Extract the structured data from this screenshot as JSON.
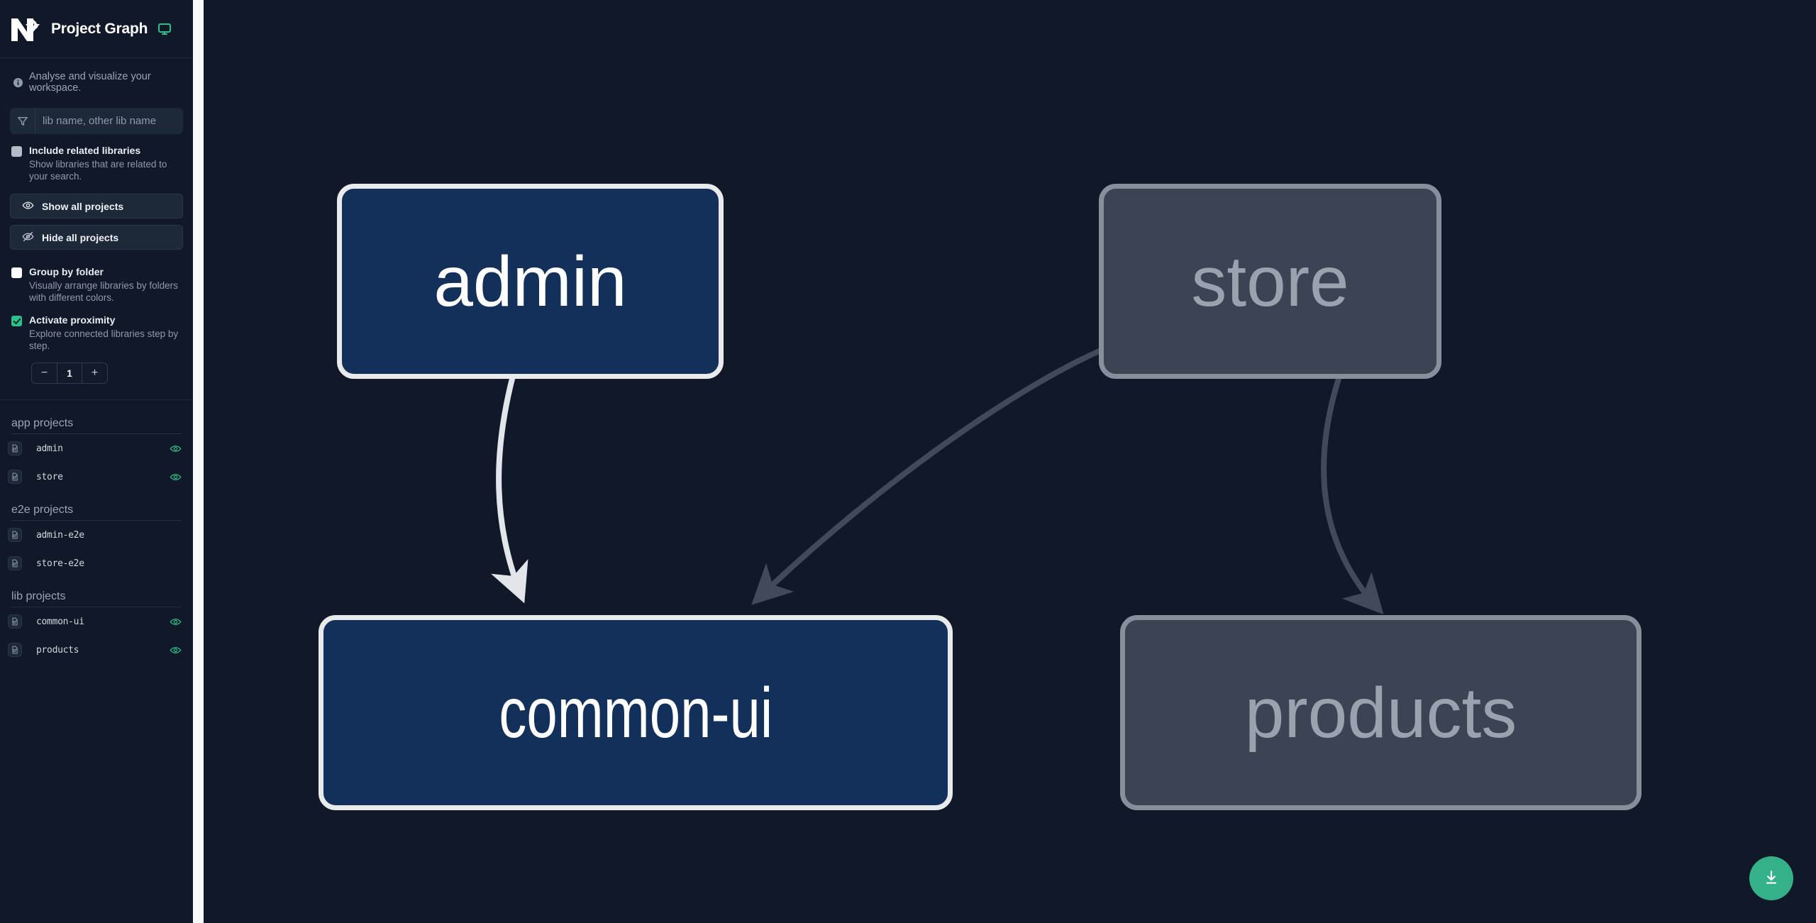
{
  "header": {
    "logo_name": "nx-logo",
    "title": "Project Graph",
    "monitor_icon": "monitor-icon"
  },
  "sidebar": {
    "tagline": "Analyse and visualize your workspace.",
    "search": {
      "placeholder": "lib name, other lib name",
      "value": "",
      "icon": "filter-icon"
    },
    "options": [
      {
        "id": "include-related-libraries",
        "title": "Include related libraries",
        "desc": "Show libraries that are related to your search.",
        "checked": false,
        "style": "grey"
      },
      {
        "id": "group-by-folder",
        "title": "Group by folder",
        "desc": "Visually arrange libraries by folders with different colors.",
        "checked": false,
        "style": "white"
      },
      {
        "id": "activate-proximity",
        "title": "Activate proximity",
        "desc": "Explore connected libraries step by step.",
        "checked": true,
        "style": "green"
      }
    ],
    "buttons": [
      {
        "id": "show-all-projects",
        "label": "Show all projects",
        "icon": "eye-icon"
      },
      {
        "id": "hide-all-projects",
        "label": "Hide all projects",
        "icon": "eye-off-icon"
      }
    ],
    "stepper": {
      "decrement_label": "−",
      "value": "1",
      "increment_label": "+"
    },
    "groups": [
      {
        "id": "app-projects",
        "label": "app projects",
        "projects": [
          {
            "name": "admin",
            "visible": true
          },
          {
            "name": "store",
            "visible": true
          }
        ]
      },
      {
        "id": "e2e-projects",
        "label": "e2e projects",
        "projects": [
          {
            "name": "admin-e2e",
            "visible": false
          },
          {
            "name": "store-e2e",
            "visible": false
          }
        ]
      },
      {
        "id": "lib-projects",
        "label": "lib projects",
        "projects": [
          {
            "name": "common-ui",
            "visible": true
          },
          {
            "name": "products",
            "visible": true
          }
        ]
      }
    ]
  },
  "graph": {
    "nodes": [
      {
        "id": "admin",
        "label": "admin",
        "state": "focused",
        "narrow": false
      },
      {
        "id": "store",
        "label": "store",
        "state": "dim",
        "narrow": false
      },
      {
        "id": "common-ui",
        "label": "common-ui",
        "state": "focused",
        "narrow": true
      },
      {
        "id": "products",
        "label": "products",
        "state": "dim",
        "narrow": false
      }
    ],
    "edges": [
      {
        "from": "admin",
        "to": "common-ui",
        "state": "focused"
      },
      {
        "from": "store",
        "to": "common-ui",
        "state": "dim"
      },
      {
        "from": "store",
        "to": "products",
        "state": "dim"
      }
    ]
  },
  "download_button": {
    "icon": "download-icon",
    "title": "Download graph"
  },
  "colors": {
    "canvas_bg": "#111827",
    "sidebar_bg": "#111827",
    "accent_green": "#35b18a",
    "node_focus_fill": "#12305a",
    "node_focus_border": "#e8eaec",
    "node_dim_fill": "#3c4353",
    "node_dim_border": "#878f9d",
    "edge_focus": "#e2e5e9",
    "edge_dim": "#414a59"
  }
}
